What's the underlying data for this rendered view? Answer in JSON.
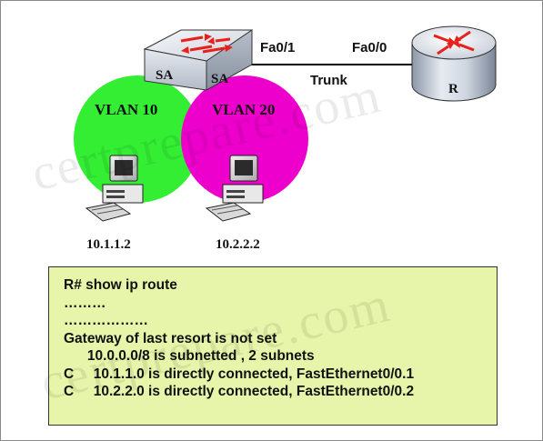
{
  "watermark": "certprepare.com",
  "switch": {
    "label_left": "SA",
    "label_right": "SA"
  },
  "router": {
    "label": "R"
  },
  "links": {
    "switch_port": "Fa0/1",
    "router_port": "Fa0/0",
    "link_type": "Trunk"
  },
  "vlans": [
    {
      "label": "VLAN 10",
      "color": "#33ee33"
    },
    {
      "label": "VLAN 20",
      "color": "#ee00cc"
    }
  ],
  "hosts": [
    {
      "ip": "10.1.1.2"
    },
    {
      "ip": "10.2.2.2"
    }
  ],
  "cli": {
    "background": "#e6f5a9",
    "lines": [
      "R# show ip route",
      "………",
      "………………",
      "Gateway of last resort is not set",
      "      10.0.0.0/8 is subnetted , 2 subnets",
      "C     10.1.1.0 is directly connected, FastEthernet0/0.1",
      "C     10.2.2.0 is directly connected, FastEthernet0/0.2"
    ]
  }
}
